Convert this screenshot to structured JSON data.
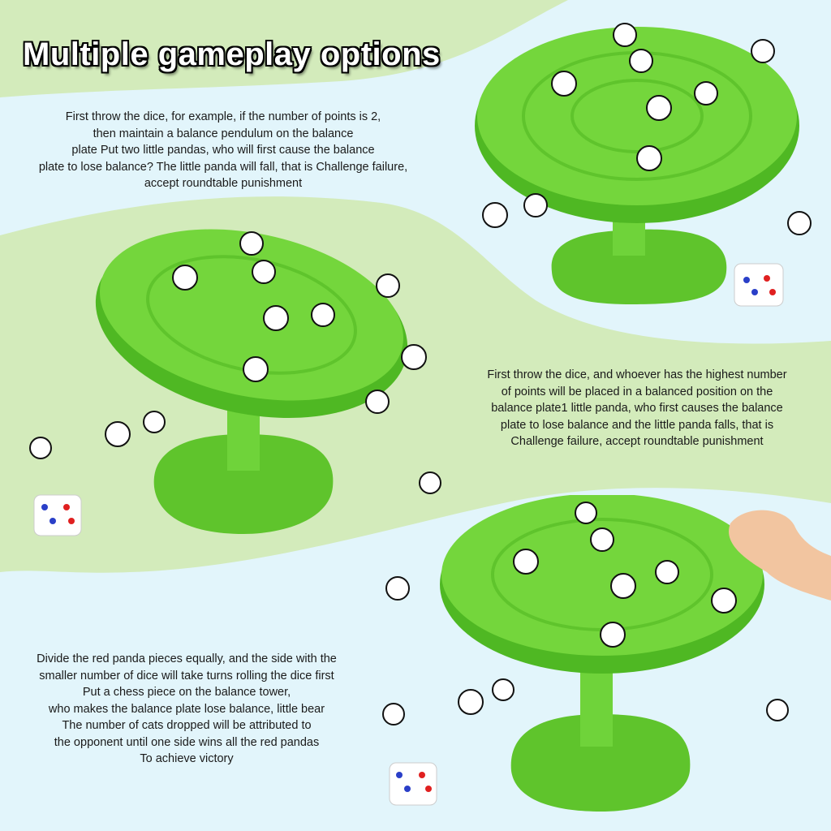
{
  "title": "Multiple gameplay options",
  "sections": [
    {
      "lines": [
        "First throw the dice, for example, if the number of points is 2,",
        "then maintain a balance pendulum on the balance",
        "plate Put two little pandas, who will first cause the balance",
        "plate to lose balance? The little panda will fall, that is Challenge failure,",
        "accept roundtable punishment"
      ]
    },
    {
      "lines": [
        "First throw the dice, and whoever has the highest number",
        "of points will be placed in a balanced position on the",
        "balance plate1 little panda, who first causes the balance",
        "plate to lose balance and the little panda falls, that is",
        "Challenge failure, accept roundtable punishment"
      ]
    },
    {
      "lines": [
        "Divide the red panda pieces equally, and the side with the",
        "smaller number of dice will take turns rolling the dice first",
        "Put a chess piece on the balance tower,",
        "who makes the balance plate lose balance, little bear",
        "The number of cats dropped will be attributed to",
        "the opponent until one side wins all the red pandas",
        "To achieve victory"
      ]
    }
  ],
  "colors": {
    "background_blue": "#e2f5fb",
    "band_green": "#d3ebbb",
    "toy_green": "#6fd33a",
    "toy_green_dark": "#4fb823"
  }
}
